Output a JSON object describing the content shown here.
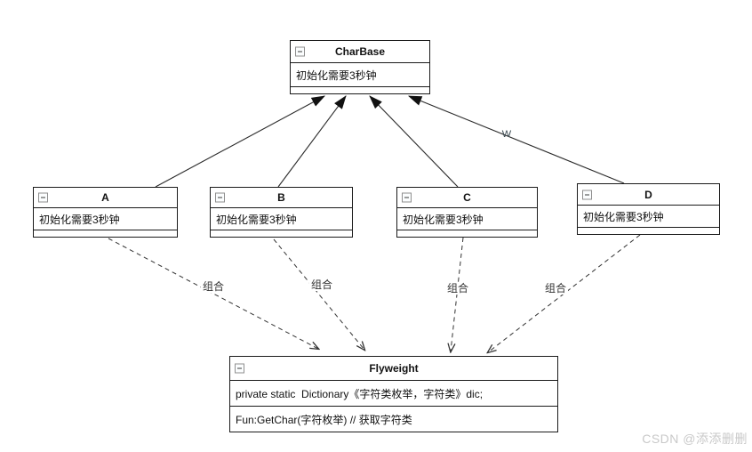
{
  "diagram": {
    "classes": {
      "charbase": {
        "title": "CharBase",
        "attributes": [
          "初始化需要3秒钟"
        ]
      },
      "a": {
        "title": "A",
        "attributes": [
          "初始化需要3秒钟"
        ]
      },
      "b": {
        "title": "B",
        "attributes": [
          "初始化需要3秒钟"
        ]
      },
      "c": {
        "title": "C",
        "attributes": [
          "初始化需要3秒钟"
        ]
      },
      "d": {
        "title": "D",
        "attributes": [
          "初始化需要3秒钟"
        ]
      },
      "flyweight": {
        "title": "Flyweight",
        "attributes": [
          "private static  Dictionary《字符类枚举，字符类》dic;"
        ],
        "methods": [
          "Fun:GetChar(字符枚举) // 获取字符类"
        ]
      }
    },
    "edges": {
      "composition_label": "组合",
      "d_inheritance_label": "W"
    },
    "colors": {
      "line": "#2b2b2b",
      "box_border": "#1a1a1a",
      "box_background": "#ffffff",
      "text": "#111111",
      "watermark": "#c9c9c9"
    }
  },
  "watermark": {
    "text": "CSDN @添添删删"
  }
}
